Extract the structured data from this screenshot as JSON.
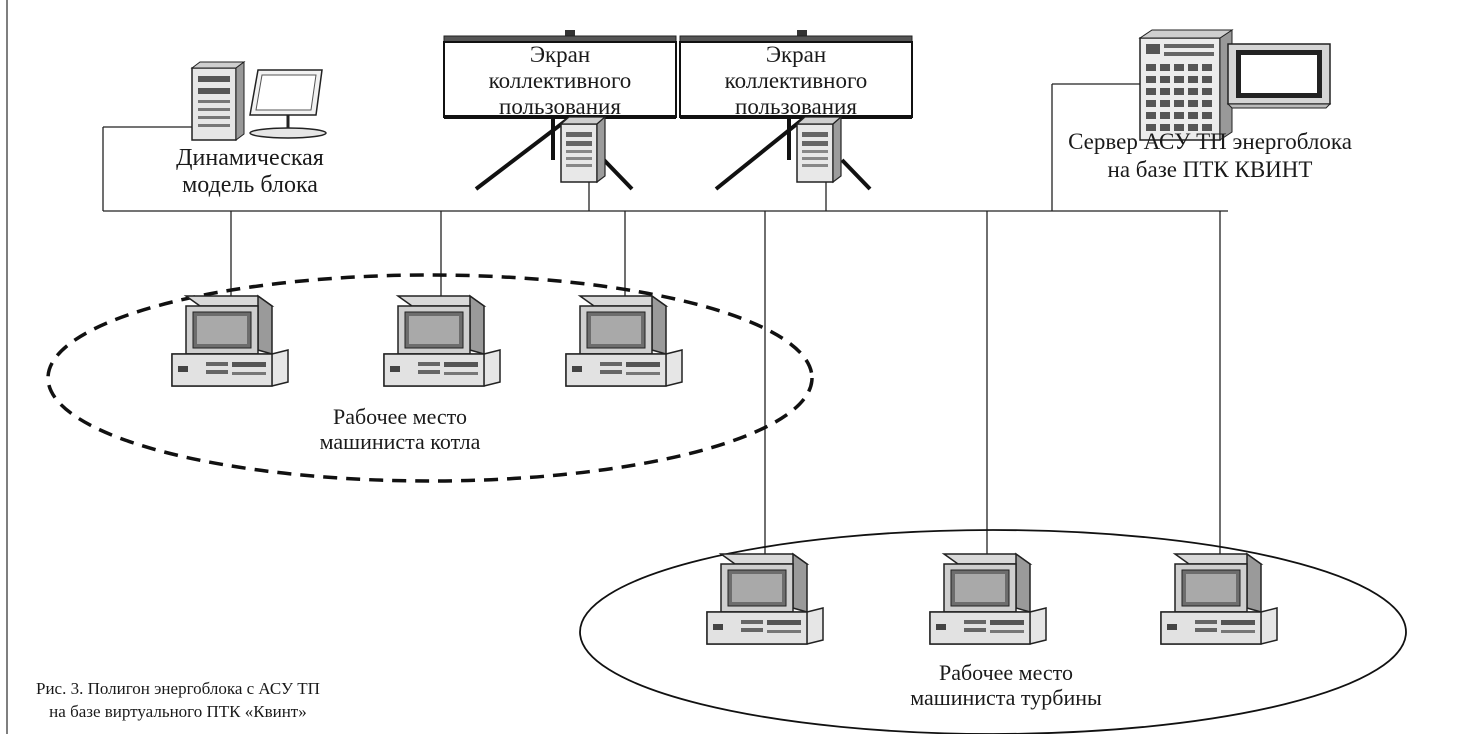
{
  "screens": [
    {
      "line1": "Экран",
      "line2": "коллективного",
      "line3": "пользования"
    },
    {
      "line1": "Экран",
      "line2": "коллективного",
      "line3": "пользования"
    }
  ],
  "dynamic_model": {
    "line1": "Динамическая",
    "line2": "модель блока"
  },
  "server": {
    "line1": "Сервер АСУ ТП энергоблока",
    "line2": "на базе ПТК КВИНТ"
  },
  "boiler_group": {
    "line1": "Рабочее место",
    "line2": "машиниста котла"
  },
  "turbine_group": {
    "line1": "Рабочее место",
    "line2": "машиниста турбины"
  },
  "caption": {
    "line1": "Рис. 3. Полигон энергоблока с АСУ ТП",
    "line2": "на базе виртуального ПТК «Квинт»"
  }
}
